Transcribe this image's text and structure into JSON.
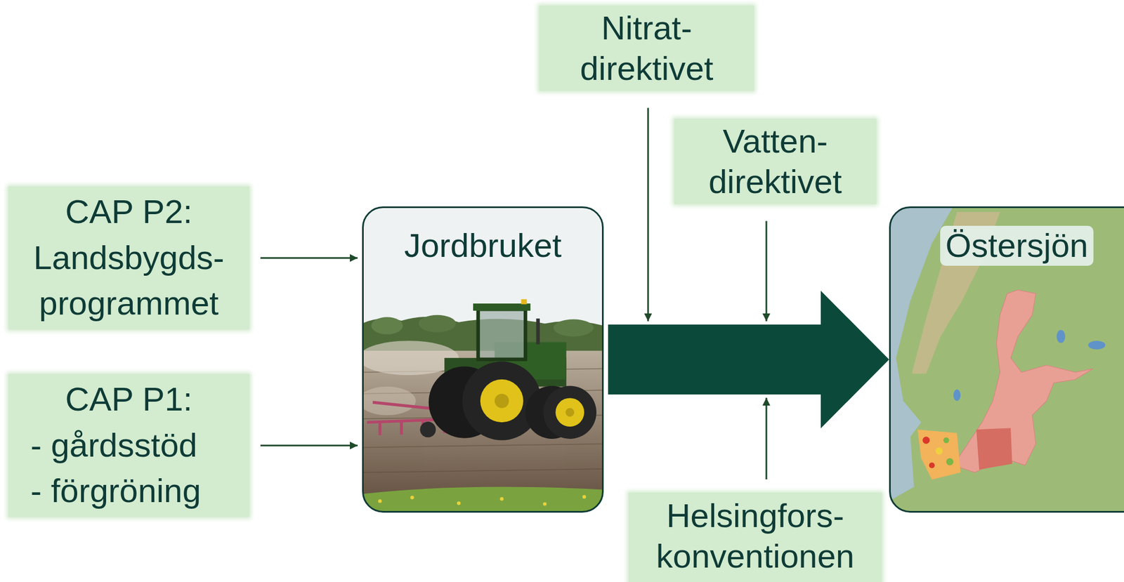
{
  "diagram": {
    "nodes": [
      {
        "text": [
          "CAP P2:",
          "Landsbygds- programmet"
        ]
      },
      {
        "text": [
          "CAP P1:",
          "- gårdsstöd",
          "- förgröning"
        ]
      },
      {
        "text": [
          "Jordbruket"
        ]
      },
      {
        "text": [
          "Nitrat- direktivet"
        ]
      },
      {
        "text": [
          "Vatten- direktivet"
        ]
      },
      {
        "text": [
          "Helsingfors- konventionen"
        ]
      },
      {
        "text": [
          "Östersjön"
        ]
      }
    ],
    "edges": [
      {
        "from": 0,
        "to": 2,
        "arrow": "to"
      },
      {
        "from": 1,
        "to": 2,
        "arrow": "to"
      },
      {
        "from": 2,
        "to": 6,
        "arrow": "to"
      }
    ]
  }
}
